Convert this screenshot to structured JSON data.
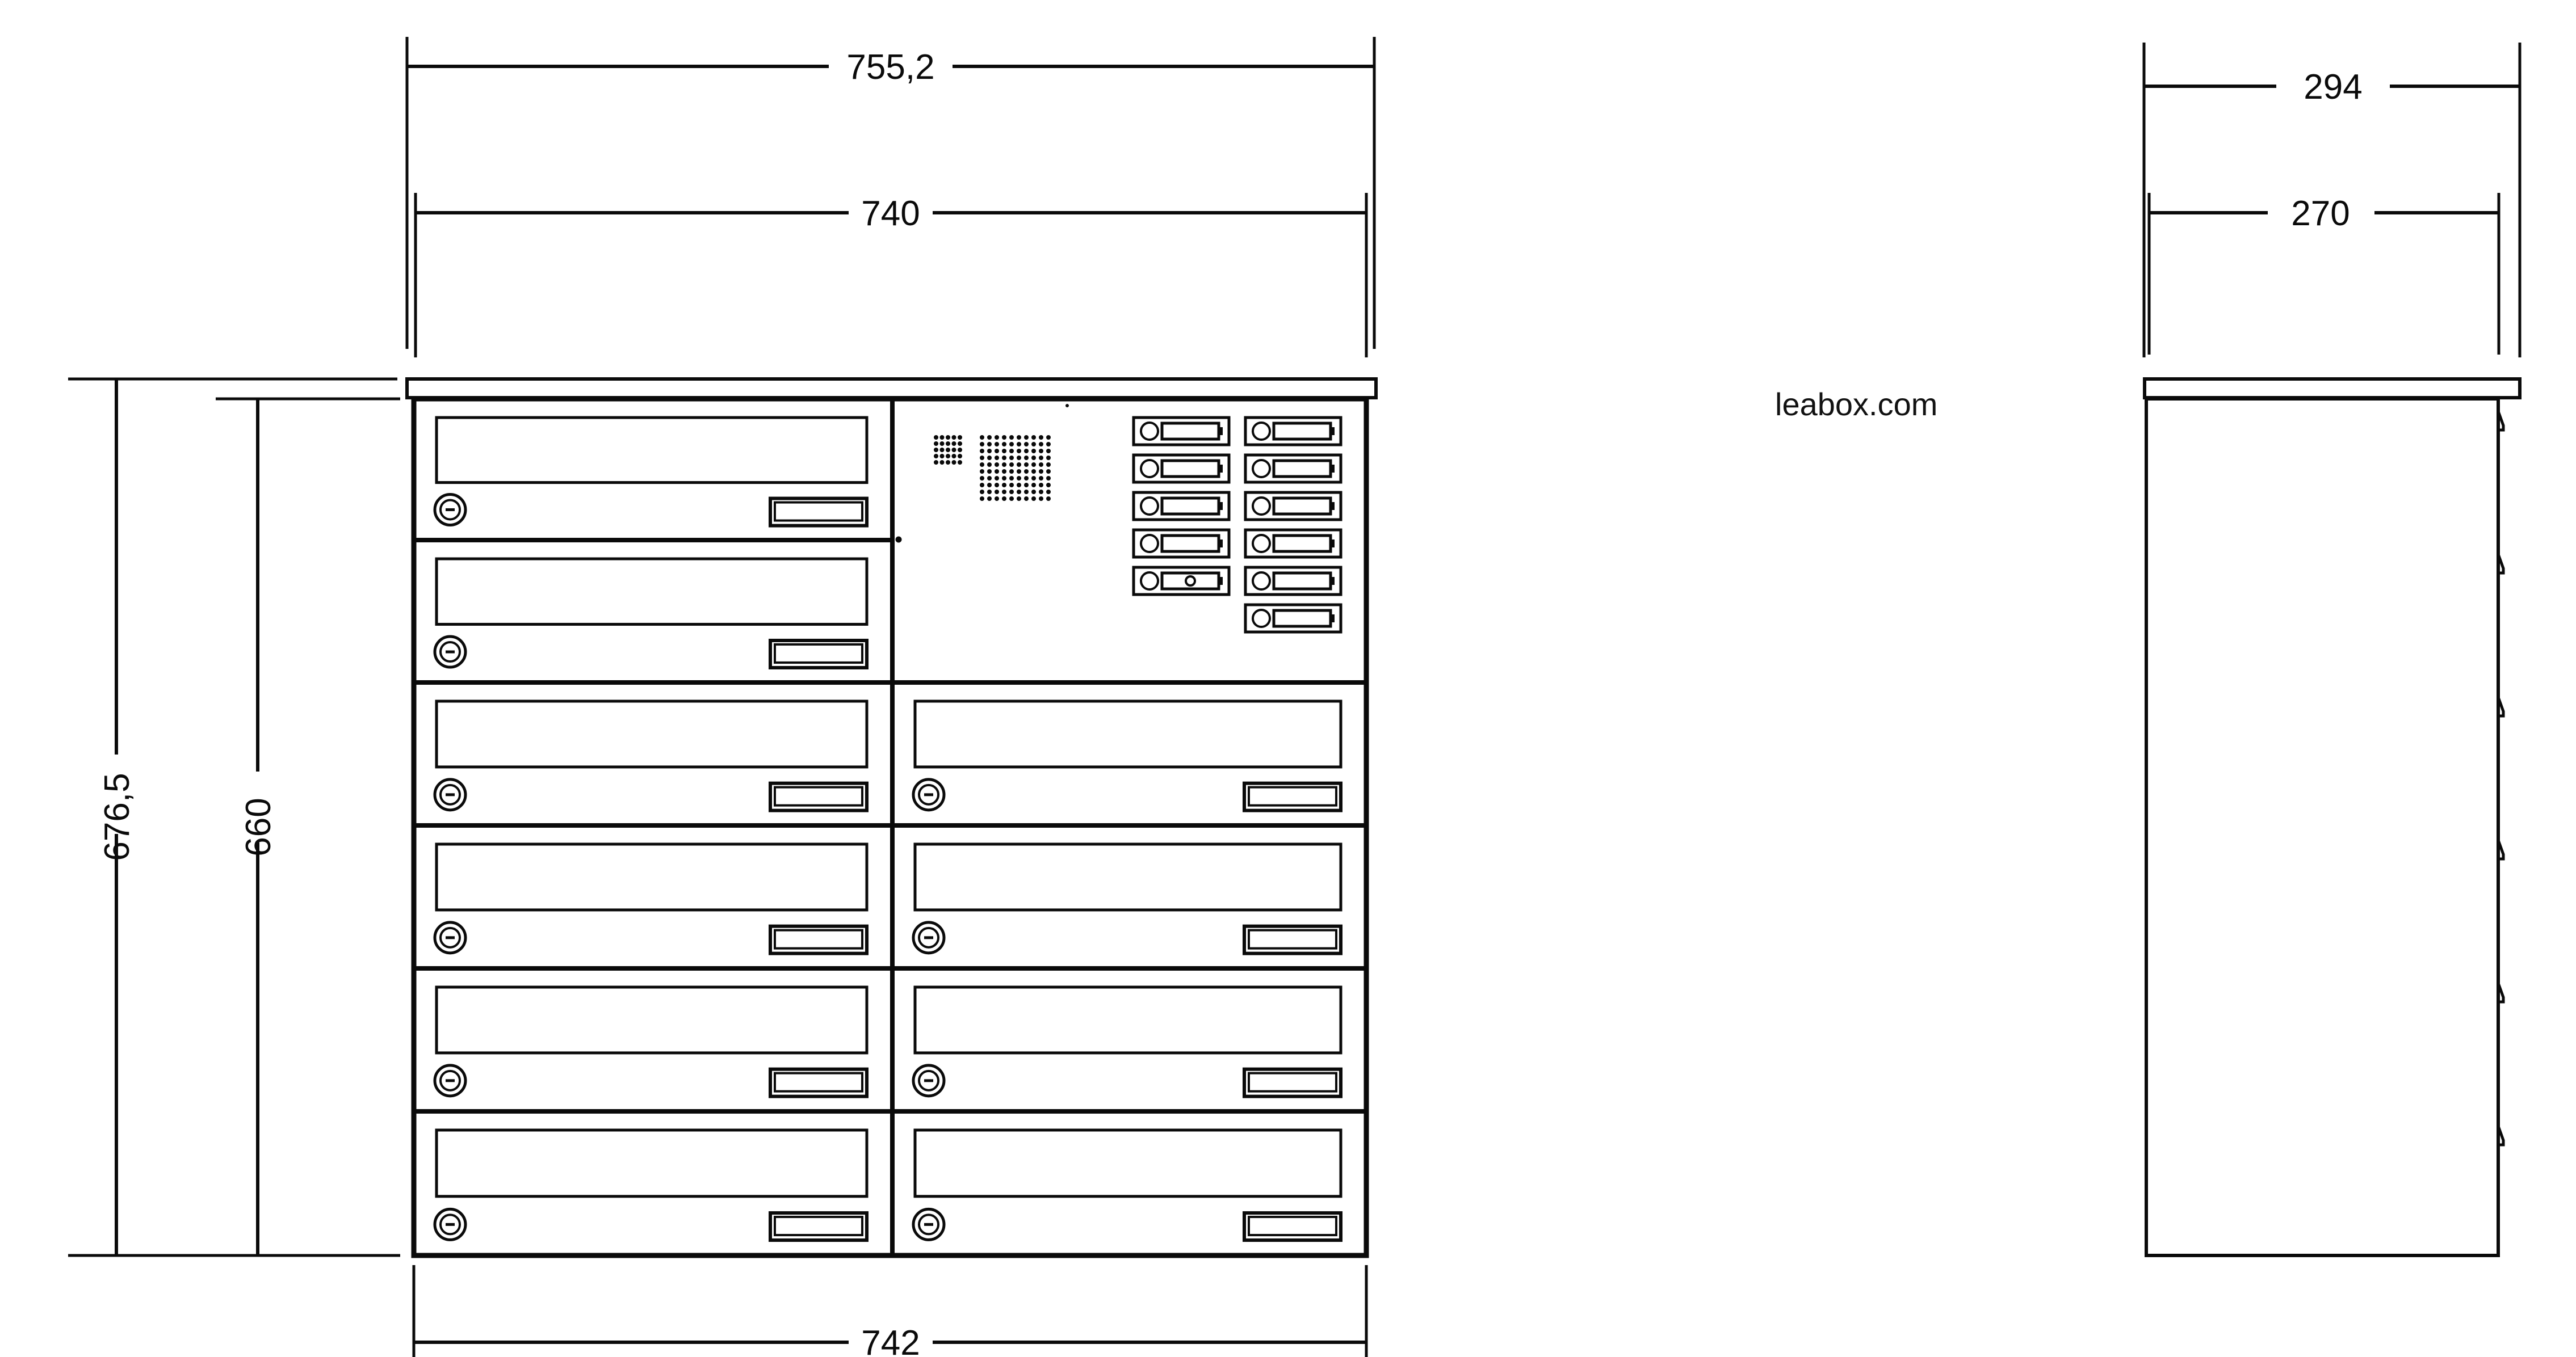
{
  "brand": "leabox.com",
  "colors": {
    "line": "#0a0a0a",
    "background": "#ffffff"
  },
  "front_view": {
    "dimensions": {
      "overall_width_with_cap": "755,2",
      "body_width_top": "740",
      "body_width_bottom": "742",
      "overall_height": "676,5",
      "body_height": "660"
    },
    "columns": 2,
    "rows": 6,
    "left_column_mailboxes": 6,
    "right_column_mailboxes": 4,
    "intercom_panel": {
      "speaker_grille": true,
      "bell_buttons_left_column": 5,
      "bell_buttons_right_column": 6,
      "bell_button_icon": "bell-button-with-nameplate-icon",
      "camera_icon_on_button": 5
    },
    "mailbox_parts": [
      "mail-slot",
      "lock-icon",
      "nameplate"
    ]
  },
  "side_view": {
    "dimensions": {
      "overall_depth_with_cap": "294",
      "body_depth": "270"
    },
    "hinges": 6
  }
}
